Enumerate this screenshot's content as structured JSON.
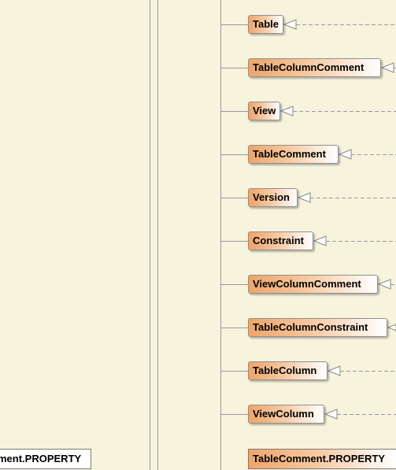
{
  "diagram": {
    "nodes": [
      {
        "label": "Table"
      },
      {
        "label": "TableColumnComment"
      },
      {
        "label": "View"
      },
      {
        "label": "TableComment"
      },
      {
        "label": "Version"
      },
      {
        "label": "Constraint"
      },
      {
        "label": "ViewColumnComment"
      },
      {
        "label": "TableColumnConstraint"
      },
      {
        "label": "TableColumn"
      },
      {
        "label": "ViewColumn"
      },
      {
        "label": "TableComment.PROPERTY"
      }
    ],
    "left_node": {
      "label": "ment.PROPERTY"
    }
  },
  "colors": {
    "background": "#f6f4dc",
    "node_gradient_start": "#eda46a",
    "node_gradient_end": "#ffffff",
    "line": "#808080"
  }
}
